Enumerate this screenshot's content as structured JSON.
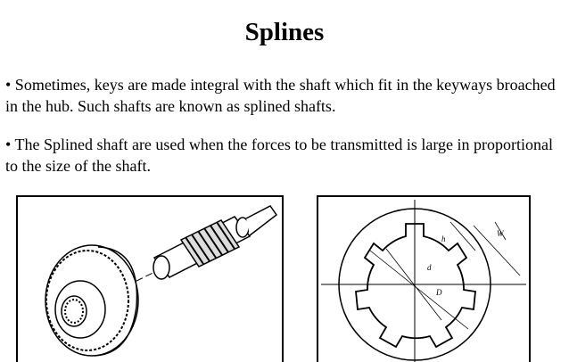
{
  "slide": {
    "title": "Splines",
    "bullets": [
      "• Sometimes, keys are made integral with the shaft which fit in the keyways broached in the hub. Such shafts are known as splined shafts.",
      "• The Splined shaft are used when the forces to be transmitted is large in proportional to the size of the shaft."
    ]
  },
  "figure2": {
    "label_h": "h",
    "label_w": "W",
    "label_d": "d",
    "label_D": "D"
  }
}
